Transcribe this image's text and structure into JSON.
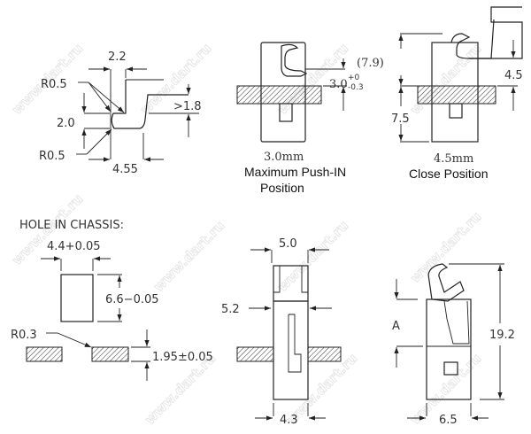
{
  "watermark": "www.dart.ru",
  "profile": {
    "d1": "2.2",
    "r_top": "R0.5",
    "d2": "2.0",
    "d3": ">1.8",
    "r_bot": "R0.5",
    "d4": "4.55"
  },
  "push_in": {
    "dim": "3.0",
    "tol_plus": "+0",
    "tol_minus": "-0.3",
    "value": "3.0mm",
    "caption1": "Maximum Push-IN",
    "caption2": "Position"
  },
  "close": {
    "d1": "(7.9)",
    "d2": "4.5",
    "d3": "7.5",
    "value": "4.5mm",
    "caption": "Close Position"
  },
  "hole": {
    "title": "HOLE IN CHASSIS:",
    "width": "4.4+0.05",
    "height": "6.6−0.05",
    "radius": "R0.3",
    "thickness": "1.95±0.05"
  },
  "front": {
    "top": "5.0",
    "mid": "5.2",
    "bottom": "4.3"
  },
  "side": {
    "a": "A",
    "height": "19.2",
    "width": "6.5"
  }
}
